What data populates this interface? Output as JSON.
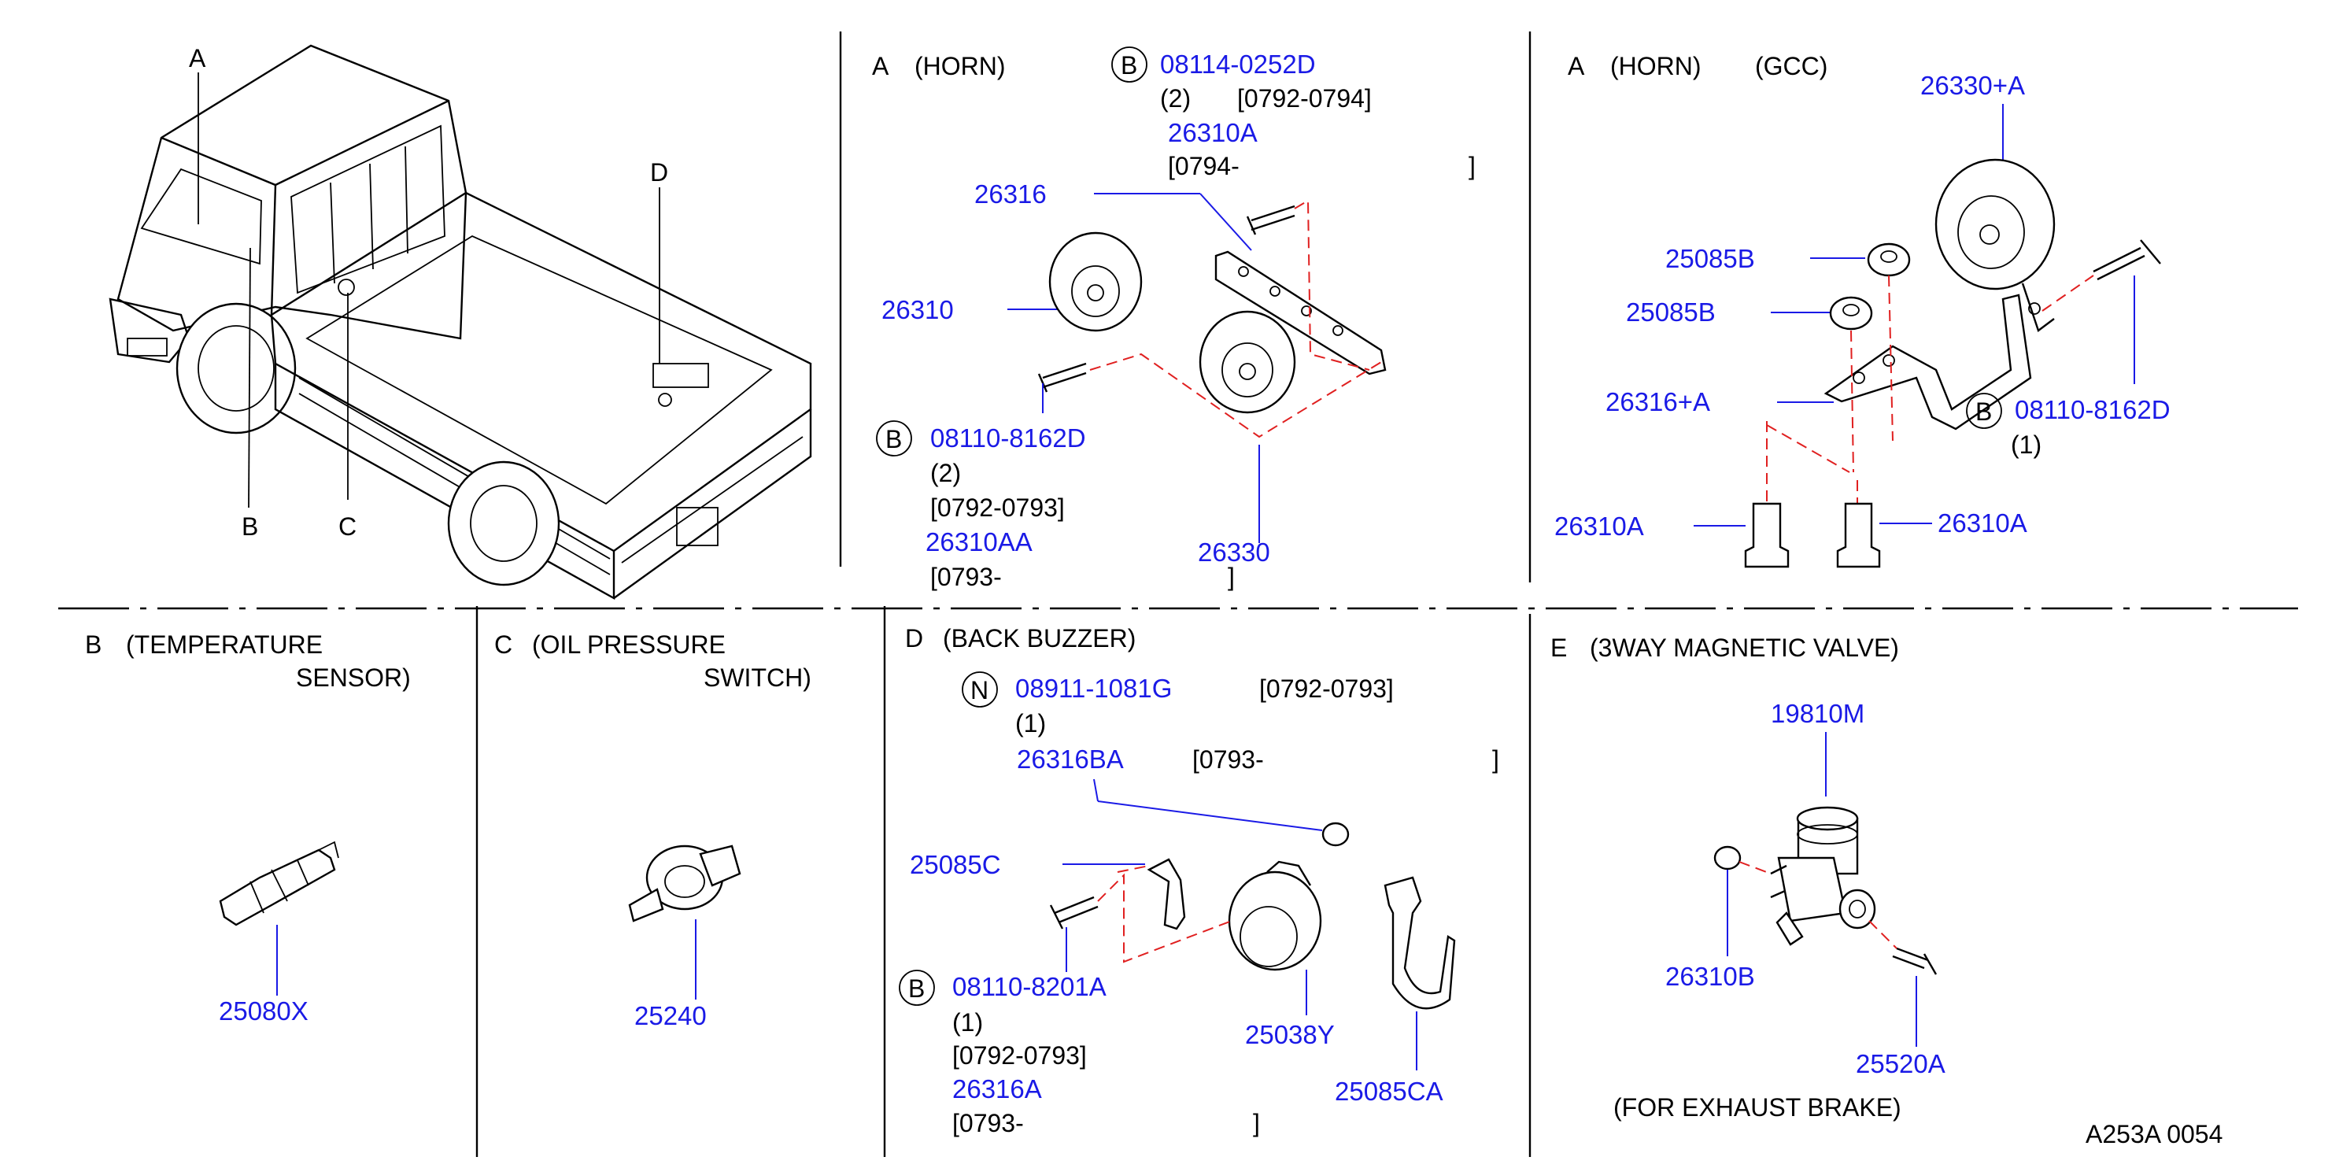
{
  "panels": {
    "overview": {
      "callouts": [
        "A",
        "B",
        "C",
        "D"
      ]
    },
    "horn": {
      "title_letter": "A",
      "title": "(HORN)",
      "parts": {
        "b1_symbol": "B",
        "b1_code": "08114-0252D",
        "b1_qty": "(2)",
        "b1_range": "[0792-0794]",
        "p26310A": "26310A",
        "p26310A_range": "[0794-",
        "p26310A_close": "]",
        "p26316": "26316",
        "p26310": "26310",
        "b2_symbol": "B",
        "b2_code": "08110-8162D",
        "b2_qty": "(2)",
        "b2_range": "[0792-0793]",
        "p26310AA": "26310AA",
        "p26310AA_range": "[0793-",
        "p26310AA_close": "]",
        "p26330": "26330"
      }
    },
    "horn_gcc": {
      "title_letter": "A",
      "title": "(HORN)",
      "subtitle": "(GCC)",
      "parts": {
        "p26330A": "26330+A",
        "p25085B_1": "25085B",
        "p25085B_2": "25085B",
        "p26316A": "26316+A",
        "b_symbol": "B",
        "b_code": "08110-8162D",
        "b_qty": "(1)",
        "p26310A_left": "26310A",
        "p26310A_right": "26310A"
      }
    },
    "temp_sensor": {
      "title_letter": "B",
      "title_line1": "(TEMPERATURE",
      "title_line2": "SENSOR)",
      "part": "25080X"
    },
    "oil_switch": {
      "title_letter": "C",
      "title_line1": "(OIL   PRESSURE",
      "title_line2": "SWITCH)",
      "part": "25240"
    },
    "back_buzzer": {
      "title_letter": "D",
      "title": "(BACK   BUZZER)",
      "parts": {
        "n_symbol": "N",
        "n_code": "08911-1081G",
        "n_range": "[0792-0793]",
        "n_qty": "(1)",
        "p26316BA": "26316BA",
        "p26316BA_range": "[0793-",
        "p26316BA_close": "]",
        "p25085C": "25085C",
        "b_symbol": "B",
        "b_code": "08110-8201A",
        "b_qty": "(1)",
        "b_range": "[0792-0793]",
        "p26316A": "26316A",
        "p26316A_range": "[0793-",
        "p26316A_close": "]",
        "p25038Y": "25038Y",
        "p25085CA": "25085CA"
      }
    },
    "magnetic_valve": {
      "title_letter": "E",
      "title": "(3WAY   MAGNETIC   VALVE)",
      "parts": {
        "p19810M": "19810M",
        "p26310B": "26310B",
        "p25520A": "25520A"
      },
      "note": "(FOR   EXHAUST   BRAKE)"
    }
  },
  "diagram_code": "A253A   0054"
}
